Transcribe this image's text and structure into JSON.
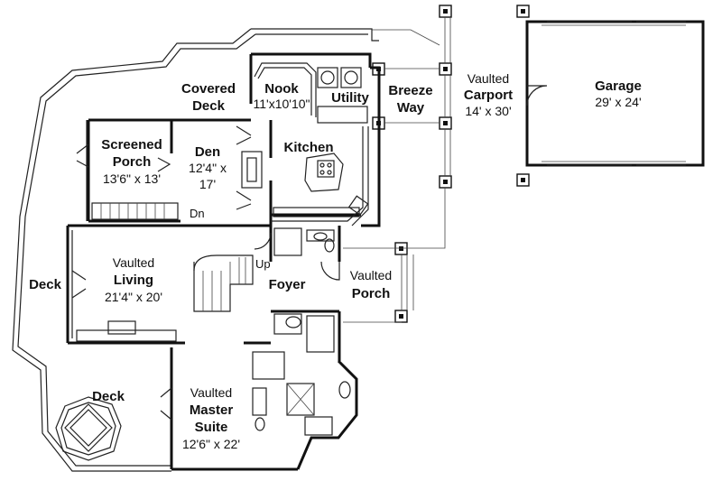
{
  "rooms": {
    "garage": {
      "name": "Garage",
      "size": "29' x 24'"
    },
    "carport": {
      "line1": "Vaulted",
      "name": "Carport",
      "size": "14' x 30'"
    },
    "breezeway": {
      "line1": "Breeze",
      "line2": "Way"
    },
    "utility": {
      "name": "Utility"
    },
    "nook": {
      "name": "Nook",
      "size": "11'x10'10\""
    },
    "covered_deck": {
      "line1": "Covered",
      "line2": "Deck"
    },
    "kitchen": {
      "name": "Kitchen"
    },
    "screened_porch": {
      "line1": "Screened",
      "line2": "Porch",
      "size": "13'6\" x 13'"
    },
    "den": {
      "name": "Den",
      "size1": "12'4\" x",
      "size2": "17'"
    },
    "dn": {
      "label": "Dn"
    },
    "deck_left": {
      "name": "Deck"
    },
    "living": {
      "line1": "Vaulted",
      "name": "Living",
      "size": "21'4\" x 20'"
    },
    "up": {
      "label": "Up"
    },
    "foyer": {
      "name": "Foyer"
    },
    "porch": {
      "line1": "Vaulted",
      "name": "Porch"
    },
    "deck_lower": {
      "name": "Deck"
    },
    "master": {
      "line1": "Vaulted",
      "line2": "Master",
      "line3": "Suite",
      "size": "12'6\" x 22'"
    }
  }
}
